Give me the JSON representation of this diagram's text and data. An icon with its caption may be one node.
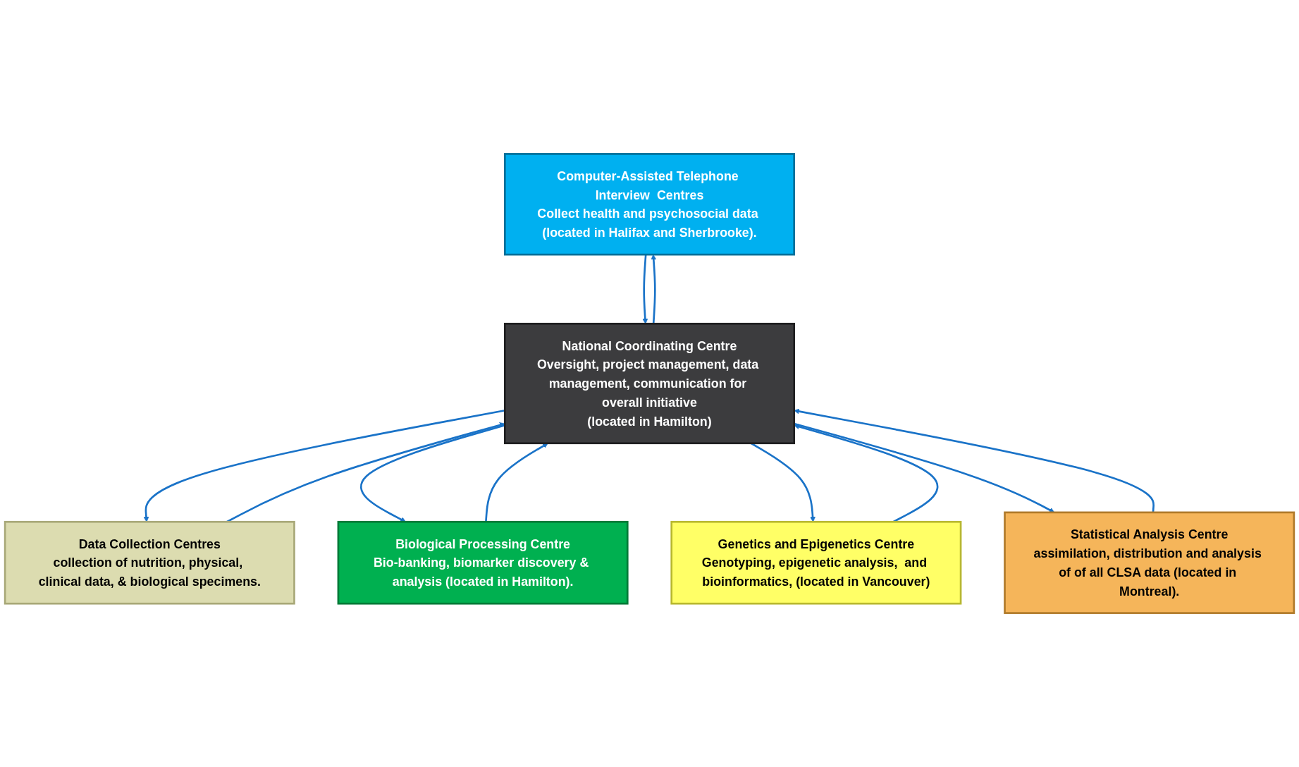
{
  "diagram": {
    "nodes": [
      {
        "text": [
          "Computer-Assisted Telephone Interview  Centres",
          "Collect health and psychosocial data (located in Halifax and Sherbrooke)."
        ]
      },
      {
        "text": [
          "Data Collection Centres",
          "collection of nutrition, physical, clinical data, & biological specimens."
        ]
      },
      {
        "text": [
          "National Coordinating Centre",
          "Oversight, project management, data management, communication for overall initiative",
          "(located in Hamilton)"
        ]
      },
      {
        "text": [
          "Biological Processing Centre",
          "Bio-banking, biomarker discovery & analysis (located in Hamilton)."
        ]
      },
      {
        "text": [
          "Genetics and Epigenetics Centre",
          "Genotyping, epigenetic analysis,  and bioinformatics, (located in Vancouver)"
        ]
      },
      {
        "text": [
          "Statistical Analysis Centre",
          "assimilation, distribution and analysis of of all CLSA data (located in Montreal)."
        ]
      }
    ],
    "edges": [
      {
        "from": 2,
        "to": 0,
        "arrow": "to"
      },
      {
        "from": 0,
        "to": 2,
        "arrow": "to"
      },
      {
        "from": 1,
        "to": 2,
        "arrow": "to"
      },
      {
        "from": 2,
        "to": 1,
        "arrow": "to"
      },
      {
        "from": 2,
        "to": 3,
        "arrow": "to"
      },
      {
        "from": 3,
        "to": 2,
        "arrow": "to"
      },
      {
        "from": 2,
        "to": 4,
        "arrow": "to"
      },
      {
        "from": 4,
        "to": 2,
        "arrow": "to"
      },
      {
        "from": 5,
        "to": 2,
        "arrow": "to"
      },
      {
        "from": 2,
        "to": 5,
        "arrow": "to"
      }
    ]
  }
}
